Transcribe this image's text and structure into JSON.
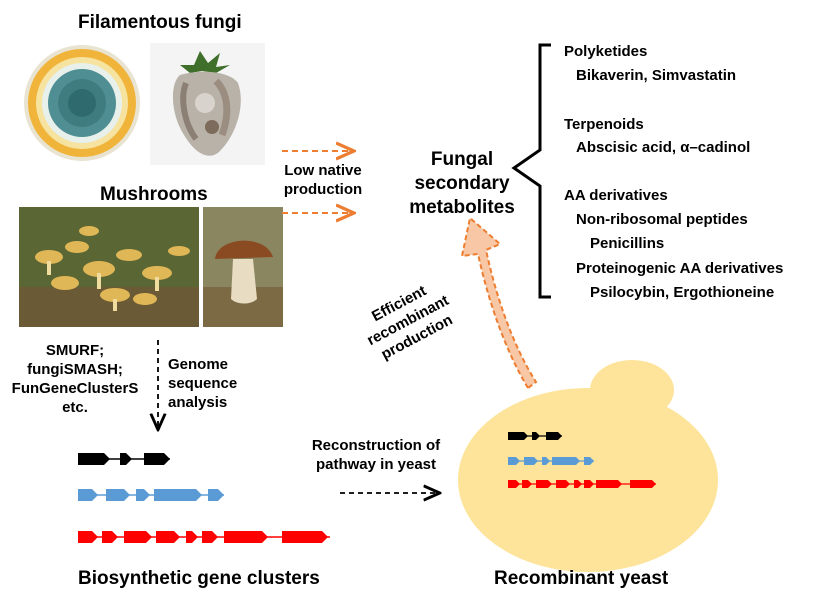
{
  "sources": {
    "filamentous_fungi_title": "Filamentous fungi",
    "mushrooms_title": "Mushrooms"
  },
  "arrows": {
    "low_native_line1": "Low native",
    "low_native_line2": "production",
    "efficient_line1": "Efficient",
    "efficient_line2": "recombinant",
    "efficient_line3": "production",
    "genome_line1": "Genome",
    "genome_line2": "sequence",
    "genome_line3": "analysis",
    "reconstruction_line1": "Reconstruction of",
    "reconstruction_line2": "pathway in yeast"
  },
  "tools": {
    "line1": "SMURF;",
    "line2": "fungiSMASH;",
    "line3": "FunGeneClusterS",
    "line4": "etc."
  },
  "metabolites": {
    "title_line1": "Fungal",
    "title_line2": "secondary",
    "title_line3": "metabolites",
    "polyketides": "Polyketides",
    "polyketides_examples": "Bikaverin, Simvastatin",
    "terpenoids": "Terpenoids",
    "terpenoids_examples": "Abscisic acid, α–cadinol",
    "aa_derivatives": "AA derivatives",
    "nrp": "Non-ribosomal peptides",
    "penicillins": "Penicillins",
    "proteinogenic": "Proteinogenic AA derivatives",
    "proteinogenic_examples": "Psilocybin, Ergothioneine"
  },
  "bottom": {
    "bgc_label": "Biosynthetic gene clusters",
    "yeast_label": "Recombinant yeast"
  },
  "colors": {
    "cluster_black": "#000000",
    "cluster_blue": "#5b9bd5",
    "cluster_red": "#ff0000",
    "orange_arrow": "#ed7d31",
    "yeast_fill": "#fde49a"
  }
}
